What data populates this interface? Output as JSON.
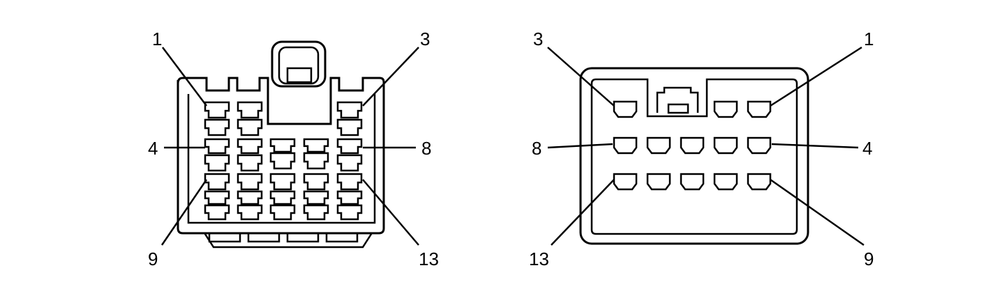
{
  "left_connector": {
    "labels": {
      "top_left": "1",
      "top_right": "3",
      "mid_left": "4",
      "mid_right": "8",
      "bottom_left": "9",
      "bottom_right": "13"
    }
  },
  "right_connector": {
    "labels": {
      "top_left": "3",
      "top_right": "1",
      "mid_left": "8",
      "mid_right": "4",
      "bottom_left": "13",
      "bottom_right": "9"
    }
  }
}
